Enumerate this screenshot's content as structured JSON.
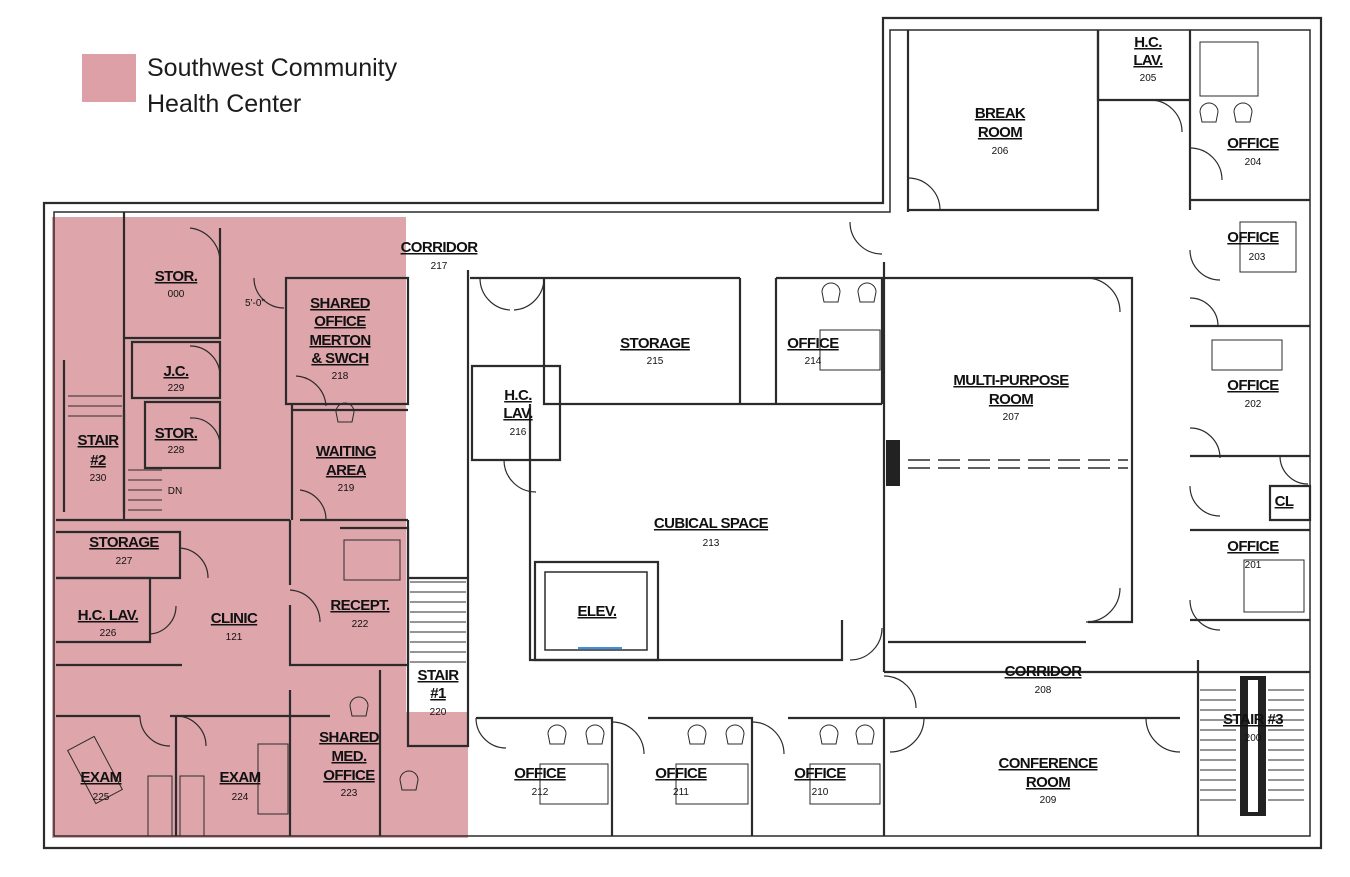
{
  "legend": {
    "line1": "Southwest Community",
    "line2": "Health Center",
    "swatch_color": "#dca0a6"
  },
  "colors": {
    "highlight": "#dca0a6",
    "walls": "#2b2b2b",
    "background": "#ffffff"
  },
  "rooms": {
    "stor_000": {
      "name": "STOR.",
      "number": "000"
    },
    "shared_office": {
      "name1": "SHARED",
      "name2": "OFFICE",
      "name3": "MERTON",
      "name4": "& SWCH",
      "number": "218"
    },
    "jc": {
      "name": "J.C.",
      "number": "229"
    },
    "stor_228": {
      "name": "STOR.",
      "number": "228"
    },
    "stair2": {
      "name1": "STAIR",
      "name2": "#2",
      "number": "230"
    },
    "waiting": {
      "name1": "WAITING",
      "name2": "AREA",
      "number": "219"
    },
    "storage_227": {
      "name": "STORAGE",
      "number": "227"
    },
    "hc_lav_226": {
      "name": "H.C. LAV.",
      "number": "226"
    },
    "clinic": {
      "name": "CLINIC",
      "number": "121"
    },
    "recept": {
      "name": "RECEPT.",
      "number": "222"
    },
    "stair1": {
      "name1": "STAIR",
      "name2": "#1",
      "number": "220"
    },
    "shared_med": {
      "name1": "SHARED",
      "name2": "MED.",
      "name3": "OFFICE",
      "number": "223"
    },
    "exam_225": {
      "name": "EXAM",
      "number": "225"
    },
    "exam_224": {
      "name": "EXAM",
      "number": "224"
    },
    "corridor_217": {
      "name": "CORRIDOR",
      "number": "217"
    },
    "storage_215": {
      "name": "STORAGE",
      "number": "215"
    },
    "office_214": {
      "name": "OFFICE",
      "number": "214"
    },
    "hc_lav_216": {
      "name1": "H.C.",
      "name2": "LAV.",
      "number": "216"
    },
    "cubical": {
      "name": "CUBICAL SPACE",
      "number": "213"
    },
    "elev": {
      "name": "ELEV."
    },
    "multi": {
      "name1": "MULTI-PURPOSE",
      "name2": "ROOM",
      "number": "207"
    },
    "break": {
      "name1": "BREAK",
      "name2": "ROOM",
      "number": "206"
    },
    "hc_lav_205": {
      "name1": "H.C.",
      "name2": "LAV.",
      "number": "205"
    },
    "office_204": {
      "name": "OFFICE",
      "number": "204"
    },
    "office_203": {
      "name": "OFFICE",
      "number": "203"
    },
    "office_202": {
      "name": "OFFICE",
      "number": "202"
    },
    "cl": {
      "name": "CL"
    },
    "office_201": {
      "name": "OFFICE",
      "number": "201"
    },
    "corridor_208": {
      "name": "CORRIDOR",
      "number": "208"
    },
    "stair3": {
      "name": "STAIR #3",
      "number": "200"
    },
    "conference": {
      "name1": "CONFERENCE",
      "name2": "ROOM",
      "number": "209"
    },
    "office_212": {
      "name": "OFFICE",
      "number": "212"
    },
    "office_211": {
      "name": "OFFICE",
      "number": "211"
    },
    "office_210": {
      "name": "OFFICE",
      "number": "210"
    }
  },
  "annotations": {
    "dimension": "5'-0\"",
    "dn": "DN"
  }
}
